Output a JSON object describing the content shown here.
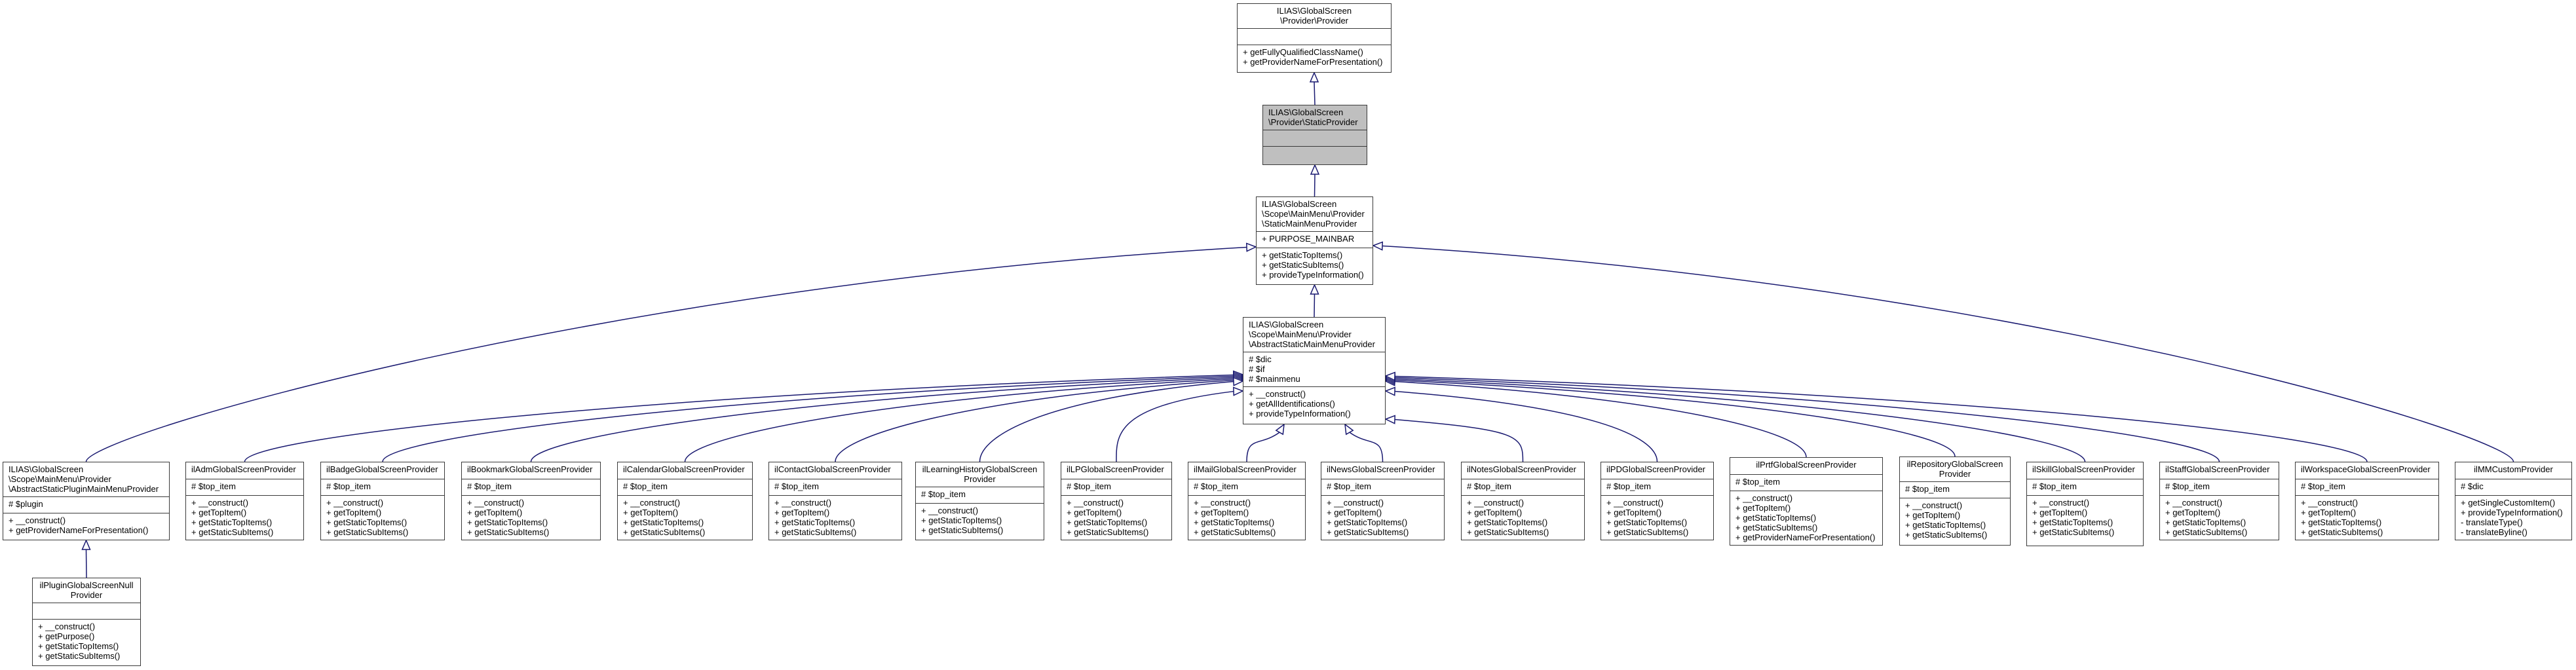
{
  "diagram": {
    "type": "class-inheritance",
    "edge_color": "#191970",
    "highlight_color": "#bfbfbf"
  },
  "classes": [
    {
      "id": "provider",
      "title": [
        "ILIAS\\GlobalScreen",
        "\\Provider\\Provider"
      ],
      "attributes": [],
      "methods": [
        "+ getFullyQualifiedClassName()",
        "+ getProviderNameForPresentation()"
      ],
      "extends": null
    },
    {
      "id": "static-provider",
      "title": [
        "ILIAS\\GlobalScreen",
        "\\Provider\\StaticProvider"
      ],
      "attributes": [],
      "methods": [],
      "extends": "provider",
      "highlighted": true
    },
    {
      "id": "static-main-menu-provider",
      "title": [
        "ILIAS\\GlobalScreen",
        "\\Scope\\MainMenu\\Provider",
        "\\StaticMainMenuProvider"
      ],
      "attributes": [
        "+ PURPOSE_MAINBAR"
      ],
      "methods": [
        "+ getStaticTopItems()",
        "+ getStaticSubItems()",
        "+ provideTypeInformation()"
      ],
      "extends": "static-provider"
    },
    {
      "id": "abstract-static-main-menu-provider",
      "title": [
        "ILIAS\\GlobalScreen",
        "\\Scope\\MainMenu\\Provider",
        "\\AbstractStaticMainMenuProvider"
      ],
      "attributes": [
        "# $dic",
        "# $if",
        "# $mainmenu"
      ],
      "methods": [
        "+ __construct()",
        "+ getAllIdentifications()",
        "+ provideTypeInformation()"
      ],
      "extends": "static-main-menu-provider"
    },
    {
      "id": "abstract-static-plugin-main-menu-provider",
      "title": [
        "ILIAS\\GlobalScreen",
        "\\Scope\\MainMenu\\Provider",
        "\\AbstractStaticPluginMainMenuProvider"
      ],
      "attributes": [
        "# $plugin"
      ],
      "methods": [
        "+ __construct()",
        "+ getProviderNameForPresentation()"
      ],
      "extends": "static-main-menu-provider"
    },
    {
      "id": "plugin-null-provider",
      "title": [
        "ilPluginGlobalScreenNull",
        "Provider"
      ],
      "attributes": [],
      "methods": [
        "+ __construct()",
        "+ getPurpose()",
        "+ getStaticTopItems()",
        "+ getStaticSubItems()"
      ],
      "extends": "abstract-static-plugin-main-menu-provider"
    },
    {
      "id": "adm",
      "title": [
        "ilAdmGlobalScreenProvider"
      ],
      "attributes": [
        "# $top_item"
      ],
      "methods": [
        "+ __construct()",
        "+ getTopItem()",
        "+ getStaticTopItems()",
        "+ getStaticSubItems()"
      ],
      "extends": "abstract-static-main-menu-provider"
    },
    {
      "id": "badge",
      "title": [
        "ilBadgeGlobalScreenProvider"
      ],
      "attributes": [
        "# $top_item"
      ],
      "methods": [
        "+ __construct()",
        "+ getTopItem()",
        "+ getStaticTopItems()",
        "+ getStaticSubItems()"
      ],
      "extends": "abstract-static-main-menu-provider"
    },
    {
      "id": "bookmark",
      "title": [
        "ilBookmarkGlobalScreenProvider"
      ],
      "attributes": [
        "# $top_item"
      ],
      "methods": [
        "+ __construct()",
        "+ getTopItem()",
        "+ getStaticTopItems()",
        "+ getStaticSubItems()"
      ],
      "extends": "abstract-static-main-menu-provider"
    },
    {
      "id": "calendar",
      "title": [
        "ilCalendarGlobalScreenProvider"
      ],
      "attributes": [
        "# $top_item"
      ],
      "methods": [
        "+ __construct()",
        "+ getTopItem()",
        "+ getStaticTopItems()",
        "+ getStaticSubItems()"
      ],
      "extends": "abstract-static-main-menu-provider"
    },
    {
      "id": "contact",
      "title": [
        "ilContactGlobalScreenProvider"
      ],
      "attributes": [
        "# $top_item"
      ],
      "methods": [
        "+ __construct()",
        "+ getTopItem()",
        "+ getStaticTopItems()",
        "+ getStaticSubItems()"
      ],
      "extends": "abstract-static-main-menu-provider"
    },
    {
      "id": "learning-history",
      "title": [
        "ilLearningHistoryGlobalScreen",
        "Provider"
      ],
      "attributes": [
        "# $top_item"
      ],
      "methods": [
        "+ __construct()",
        "+ getStaticTopItems()",
        "+ getStaticSubItems()"
      ],
      "extends": "abstract-static-main-menu-provider"
    },
    {
      "id": "lp",
      "title": [
        "ilLPGlobalScreenProvider"
      ],
      "attributes": [
        "# $top_item"
      ],
      "methods": [
        "+ __construct()",
        "+ getTopItem()",
        "+ getStaticTopItems()",
        "+ getStaticSubItems()"
      ],
      "extends": "abstract-static-main-menu-provider"
    },
    {
      "id": "mail",
      "title": [
        "ilMailGlobalScreenProvider"
      ],
      "attributes": [
        "# $top_item"
      ],
      "methods": [
        "+ __construct()",
        "+ getTopItem()",
        "+ getStaticTopItems()",
        "+ getStaticSubItems()"
      ],
      "extends": "abstract-static-main-menu-provider"
    },
    {
      "id": "news",
      "title": [
        "ilNewsGlobalScreenProvider"
      ],
      "attributes": [
        "# $top_item"
      ],
      "methods": [
        "+ __construct()",
        "+ getTopItem()",
        "+ getStaticTopItems()",
        "+ getStaticSubItems()"
      ],
      "extends": "abstract-static-main-menu-provider"
    },
    {
      "id": "notes",
      "title": [
        "ilNotesGlobalScreenProvider"
      ],
      "attributes": [
        "# $top_item"
      ],
      "methods": [
        "+ __construct()",
        "+ getTopItem()",
        "+ getStaticTopItems()",
        "+ getStaticSubItems()"
      ],
      "extends": "abstract-static-main-menu-provider"
    },
    {
      "id": "pd",
      "title": [
        "ilPDGlobalScreenProvider"
      ],
      "attributes": [
        "# $top_item"
      ],
      "methods": [
        "+ __construct()",
        "+ getTopItem()",
        "+ getStaticTopItems()",
        "+ getStaticSubItems()"
      ],
      "extends": "abstract-static-main-menu-provider"
    },
    {
      "id": "prtf",
      "title": [
        "ilPrtfGlobalScreenProvider"
      ],
      "attributes": [
        "# $top_item"
      ],
      "methods": [
        "+ __construct()",
        "+ getTopItem()",
        "+ getStaticTopItems()",
        "+ getStaticSubItems()",
        "+ getProviderNameForPresentation()"
      ],
      "extends": "abstract-static-main-menu-provider"
    },
    {
      "id": "repository",
      "title": [
        "ilRepositoryGlobalScreen",
        "Provider"
      ],
      "attributes": [
        "# $top_item"
      ],
      "methods": [
        "+ __construct()",
        "+ getTopItem()",
        "+ getStaticTopItems()",
        "+ getStaticSubItems()"
      ],
      "extends": "abstract-static-main-menu-provider"
    },
    {
      "id": "skill",
      "title": [
        "ilSkillGlobalScreenProvider"
      ],
      "attributes": [
        "# $top_item"
      ],
      "methods": [
        "+ __construct()",
        "+ getTopItem()",
        "+ getStaticTopItems()",
        "+ getStaticSubItems()"
      ],
      "extends": "abstract-static-main-menu-provider"
    },
    {
      "id": "staff",
      "title": [
        "ilStaffGlobalScreenProvider"
      ],
      "attributes": [
        "# $top_item"
      ],
      "methods": [
        "+ __construct()",
        "+ getTopItem()",
        "+ getStaticTopItems()",
        "+ getStaticSubItems()"
      ],
      "extends": "abstract-static-main-menu-provider"
    },
    {
      "id": "workspace",
      "title": [
        "ilWorkspaceGlobalScreenProvider"
      ],
      "attributes": [
        "# $top_item"
      ],
      "methods": [
        "+ __construct()",
        "+ getTopItem()",
        "+ getStaticTopItems()",
        "+ getStaticSubItems()"
      ],
      "extends": "abstract-static-main-menu-provider"
    },
    {
      "id": "mm-custom",
      "title": [
        "ilMMCustomProvider"
      ],
      "attributes": [
        "# $dic"
      ],
      "methods": [
        "+ getSingleCustomItem()",
        "+ provideTypeInformation()",
        "- translateType()",
        "- translateByline()"
      ],
      "extends": "static-main-menu-provider"
    }
  ]
}
